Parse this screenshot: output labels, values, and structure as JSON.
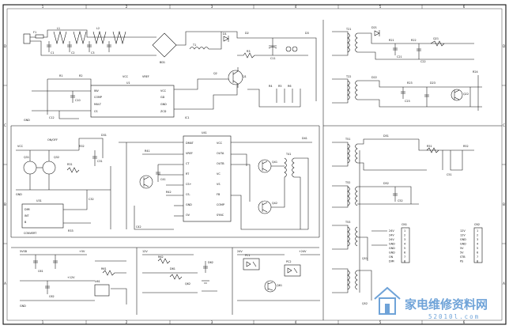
{
  "grid": {
    "columns": [
      "1",
      "2",
      "3",
      "4",
      "5",
      "6"
    ],
    "rows": [
      "D",
      "C",
      "B",
      "A"
    ]
  },
  "watermark": {
    "text": "家电维修资料网",
    "url": "52010l.com"
  },
  "power_section": {
    "labels": [
      "F1",
      "L1",
      "L2",
      "C1",
      "C2",
      "C3",
      "BD1",
      "R1",
      "R2",
      "R3",
      "R4",
      "R5",
      "R6",
      "D1",
      "D2",
      "D3",
      "Q1",
      "Q2",
      "T1",
      "U1",
      "C10",
      "C11",
      "C12",
      "VCC",
      "GND",
      "IC1",
      "VREF"
    ],
    "ic_pins_left": [
      "INV",
      "COMP",
      "MULT",
      "CS"
    ],
    "ic_pins_right": [
      "VCC",
      "GD",
      "GND",
      "ZCD"
    ]
  },
  "top_right_section": {
    "labels": [
      "D21",
      "Q21",
      "T21",
      "R21",
      "R22",
      "C21",
      "C22",
      "D22",
      "Q22",
      "T22",
      "R23",
      "C23",
      "D23",
      "R24"
    ]
  },
  "mid_left_section": {
    "labels": [
      "Q31",
      "Q32",
      "R31",
      "R32",
      "R33",
      "C31",
      "C32",
      "D31",
      "U31",
      "VCC",
      "GND",
      "ON/OFF",
      "CONVERT"
    ],
    "ic_pins_left": [
      "DIM",
      "INT",
      "B"
    ]
  },
  "mid_center_section": {
    "ic_pins_left": [
      "DMAT",
      "VREF",
      "CT",
      "RT",
      "CS+",
      "CS-",
      "GND",
      "OV"
    ],
    "ic_pins_right": [
      "VCC",
      "OUTA",
      "OUTB",
      "VC",
      "VS",
      "FB",
      "COMP",
      "SYNC"
    ],
    "labels": [
      "U41",
      "Q41",
      "Q42",
      "T41",
      "R41",
      "R42",
      "C41",
      "C42",
      "D41"
    ]
  },
  "right_section": {
    "labels": [
      "T51",
      "T52",
      "T53",
      "D51",
      "D52",
      "C51",
      "C52",
      "R51",
      "R52",
      "Q51",
      "Q52",
      "CN1",
      "CN2"
    ],
    "connector_a": [
      "1",
      "2",
      "3",
      "4",
      "5",
      "6",
      "7",
      "8"
    ],
    "connector_b": [
      "1",
      "2",
      "3",
      "4",
      "5",
      "6",
      "7",
      "8"
    ],
    "connector_a_signals": [
      "24V",
      "24V",
      "24V",
      "GND",
      "GND",
      "GND",
      "ON",
      "DIM"
    ],
    "connector_b_signals": [
      "12V",
      "12V",
      "GND",
      "GND",
      "5V",
      "5V",
      "STB",
      "PS"
    ]
  },
  "bottom_section": {
    "labels": [
      "+5V",
      "+12V",
      "+24V",
      "R61",
      "R62",
      "C61",
      "C62",
      "Q61",
      "Q62",
      "U61",
      "D61",
      "D62",
      "PC1",
      "PC2",
      "GND",
      "5VSB",
      "12V",
      "24V"
    ]
  }
}
